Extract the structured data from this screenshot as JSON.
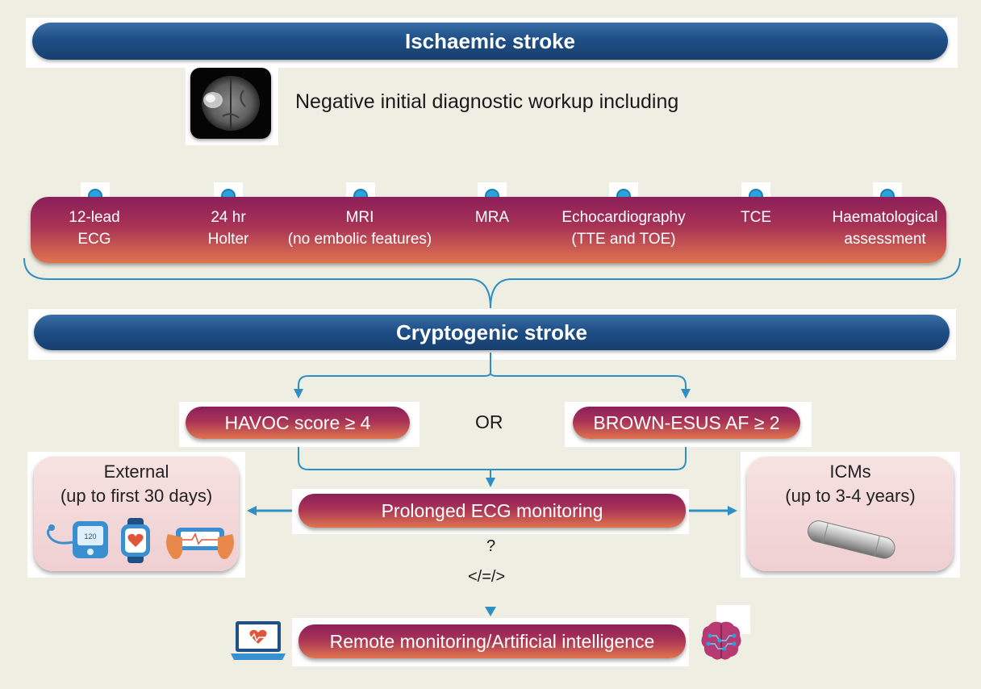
{
  "header": {
    "title": "Ischaemic stroke"
  },
  "workup": {
    "text": "Negative initial diagnostic workup including",
    "scan_icon": "brain-mri-scan-icon"
  },
  "tests": [
    {
      "line1": "12-lead",
      "line2": "ECG"
    },
    {
      "line1": "24 hr",
      "line2": "Holter"
    },
    {
      "line1": "MRI",
      "line2": "(no embolic features)"
    },
    {
      "line1": "MRA",
      "line2": ""
    },
    {
      "line1": "Echocardiography",
      "line2": "(TTE and TOE)"
    },
    {
      "line1": "TCE",
      "line2": ""
    },
    {
      "line1": "Haematological",
      "line2": "assessment"
    }
  ],
  "cryptogenic": {
    "title": "Cryptogenic stroke"
  },
  "scores": {
    "havoc": "HAVOC score ≥ 4",
    "or": "OR",
    "brown": "BROWN-ESUS AF ≥ 2"
  },
  "monitoring": {
    "label": "Prolonged ECG monitoring",
    "question": "?",
    "compare": "</=/>"
  },
  "external": {
    "line1": "External",
    "line2": "(up to first 30 days)",
    "icons": [
      "blood-pressure-monitor-icon",
      "smartwatch-heart-icon",
      "handheld-ecg-device-icon"
    ]
  },
  "icm": {
    "line1": "ICMs",
    "line2": "(up to 3-4 years)",
    "icon": "implantable-cardiac-monitor-icon"
  },
  "remote": {
    "label": "Remote monitoring/Artificial intelligence",
    "left_icon": "laptop-heart-icon",
    "right_icon": "ai-brain-icon"
  },
  "colors": {
    "background": "#efeee3",
    "blue_bar": "#1e4f86",
    "gradient_top": "#8c1f5a",
    "gradient_bottom": "#e0744e",
    "arrow": "#2d8fc4",
    "dot": "#2aa3dd"
  }
}
